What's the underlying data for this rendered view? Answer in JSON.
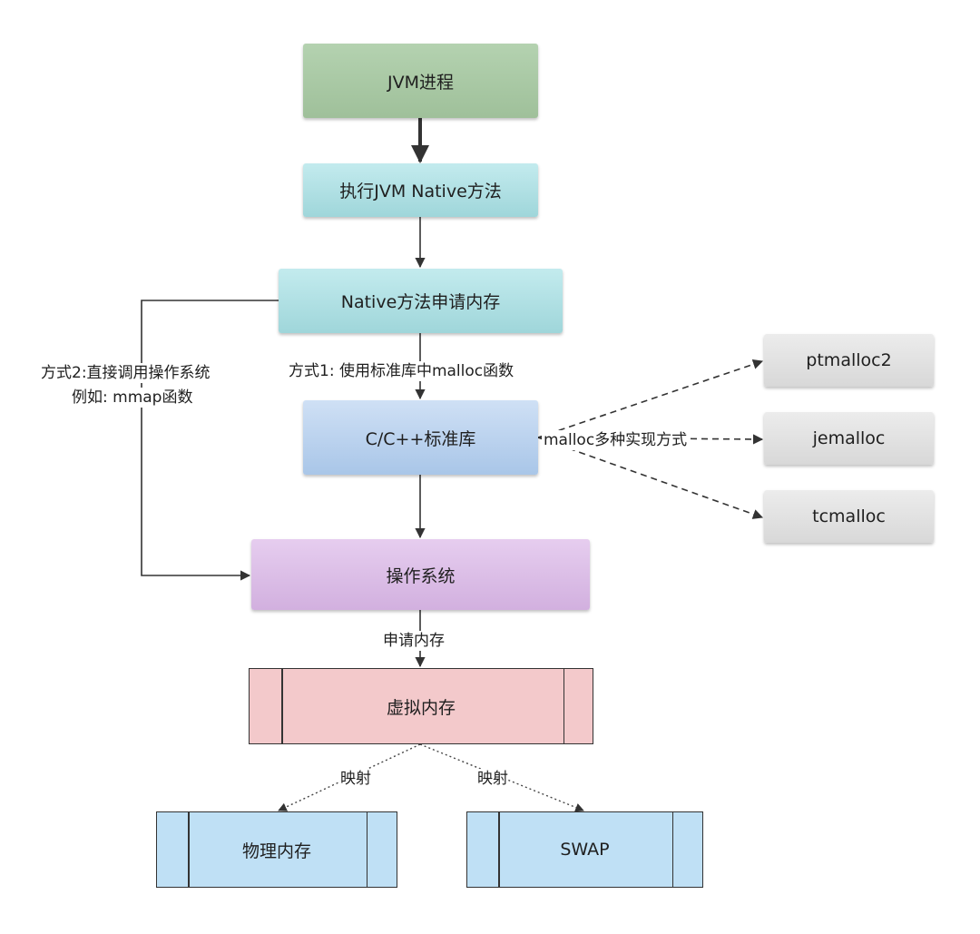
{
  "nodes": {
    "jvm_process": "JVM进程",
    "exec_native": "执行JVM Native方法",
    "native_alloc": "Native方法申请内存",
    "c_stdlib": "C/C++标准库",
    "os": "操作系统",
    "virtual_memory": "虚拟内存",
    "physical_memory": "物理内存",
    "swap": "SWAP",
    "ptmalloc2": "ptmalloc2",
    "jemalloc": "jemalloc",
    "tcmalloc": "tcmalloc"
  },
  "edge_labels": {
    "method1": "方式1: 使用标准库中malloc函数",
    "method2_line1": "方式2:直接调用操作系统",
    "method2_line2": "例如: mmap函数",
    "malloc_impls": "malloc多种实现方式",
    "request_memory": "申请内存",
    "map_left": "映射",
    "map_right": "映射"
  },
  "colors": {
    "jvm": "#a9c9a4",
    "native": "#b2e2e5",
    "clib": "#bcd4f0",
    "os": "#dcbfe7",
    "impl": "#e2e2e2",
    "virtual_memory": "#f3c9cb",
    "physical_swap": "#bfe0f5"
  }
}
